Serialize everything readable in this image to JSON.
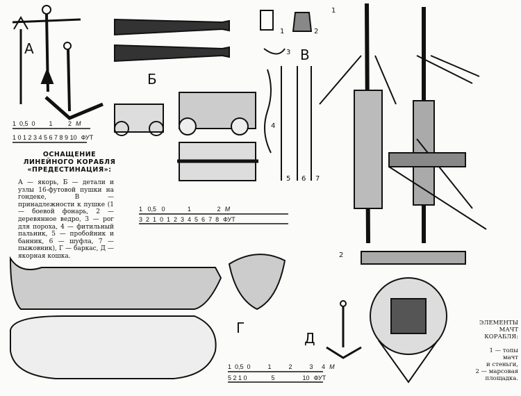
{
  "labels": {
    "a": "А",
    "b": "Б",
    "v": "В",
    "g": "Г",
    "d": "Д",
    "c1": "1",
    "c2": "2",
    "v1": "1",
    "v2": "2",
    "v3": "3",
    "v4": "4",
    "v5": "5",
    "v6": "6",
    "v7": "7"
  },
  "scale_top": {
    "meters": "1  0,5  0        1         2",
    "m_unit": "М",
    "feet": "1 0 1 2 3 4 5 6 7 8 9 10",
    "f_unit": "ФУТ"
  },
  "scale_mid": {
    "meters": "1   0,5   0             1               2",
    "m_unit": "М",
    "feet": "3  2  1  0  1  2  3  4  5  6  7  8",
    "f_unit": "ФУТ"
  },
  "scale_bot": {
    "meters": "1  0,5  0          1          2          3     4",
    "m_unit": "М",
    "feet": "5 2 1 0              5                10",
    "f_unit": "ФУТ"
  },
  "title": [
    "ОСНАЩЕНИЕ",
    "ЛИНЕЙНОГО КОРАБЛЯ",
    "«ПРЕДЕСТИНАЦИЯ»:"
  ],
  "caption": "А — якорь, Б — детали и узлы 16-футовой пушки на гондеке, В — принадлежности к пушке (1 — боевой фонарь, 2 — деревянное ведро, 3 — рог для пороха, 4 — фитильный пальник, 5 — пробойник и банник, 6 — шуфла, 7 — пыжовник), Г — баркас, Д — якорная кошка.",
  "right_caption": {
    "title": [
      "ЭЛЕМЕНТЫ",
      "МАЧТ",
      "КОРАБЛЯ:"
    ],
    "items": [
      "1 — топы",
      "мачт",
      "и стеньги,",
      "2 — марсовая",
      "площадка."
    ]
  }
}
